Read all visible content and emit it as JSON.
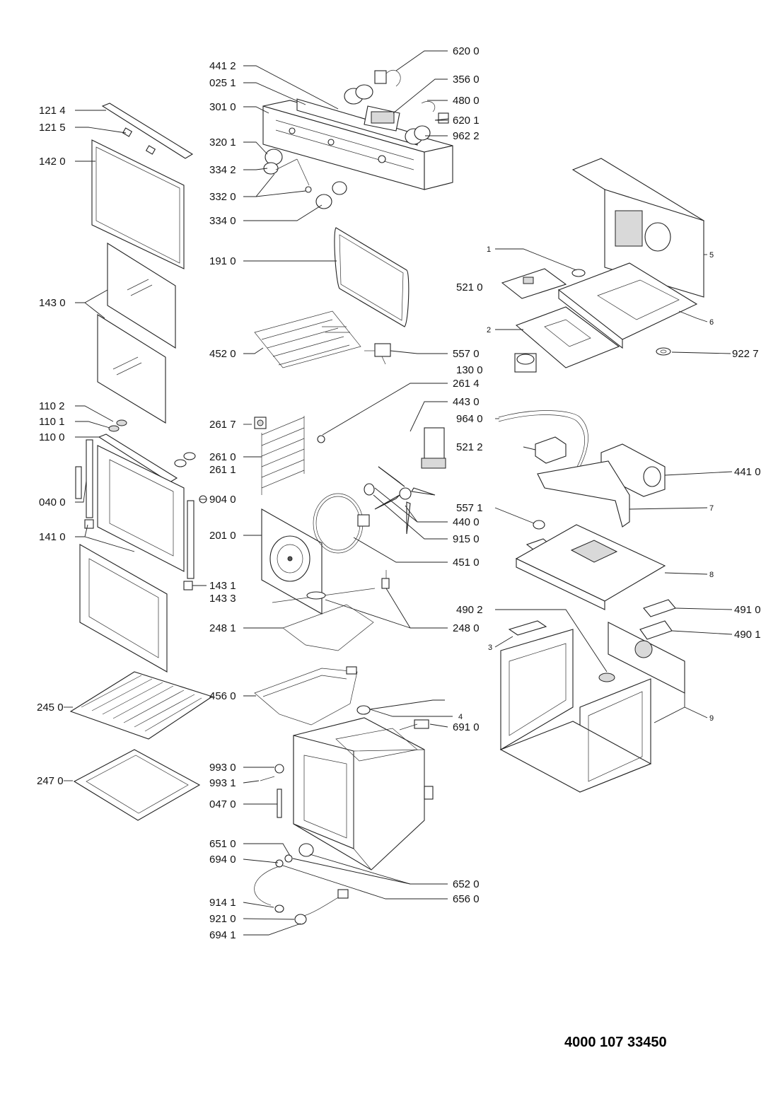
{
  "diagram_id": "4000 107 33450",
  "labels": {
    "l4412": "441 2",
    "l0251": "025 1",
    "l3010": "301 0",
    "l3201": "320 1",
    "l3342": "334 2",
    "l3320": "332 0",
    "l3340": "334 0",
    "l6200": "620 0",
    "l3560": "356 0",
    "l4800": "480 0",
    "l6201": "620 1",
    "l9622": "962 2",
    "l1214": "121 4",
    "l1215": "121 5",
    "l1420": "142 0",
    "l1430": "143 0",
    "l1102": "110 2",
    "l1101": "110 1",
    "l1100": "110 0",
    "l0400": "040 0",
    "l1410": "141 0",
    "l1910": "191 0",
    "l4520": "452 0",
    "l5570": "557 0",
    "l2617": "261 7",
    "l2610": "261 0",
    "l2611": "261 1",
    "l2614": "261 4",
    "l4430": "443 0",
    "l9040": "904 0",
    "l2010": "201 0",
    "l4400": "440 0",
    "l9150": "915 0",
    "l4510": "451 0",
    "l1431": "143 1",
    "l1433": "143 3",
    "l2481": "248 1",
    "l2480": "248 0",
    "l2450": "245 0",
    "l4560": "456 0",
    "l2470": "247 0",
    "l6910": "691 0",
    "l9930": "993 0",
    "l9931": "993 1",
    "l0470": "047 0",
    "l6510": "651 0",
    "l6940": "694 0",
    "l6520": "652 0",
    "l6560": "656 0",
    "l9141": "914 1",
    "l9210": "921 0",
    "l6941": "694 1",
    "n1": "1",
    "n2": "2",
    "n3": "3",
    "n4": "4",
    "n5": "5",
    "n6": "6",
    "n7": "7",
    "n8": "8",
    "n9": "9",
    "l5210": "521 0",
    "l1300": "130 0",
    "l9227": "922 7",
    "l9640": "964 0",
    "l5212": "521 2",
    "l4410": "441 0",
    "l5571": "557 1",
    "l4902": "490 2",
    "l4910": "491 0",
    "l4901": "490 1"
  }
}
